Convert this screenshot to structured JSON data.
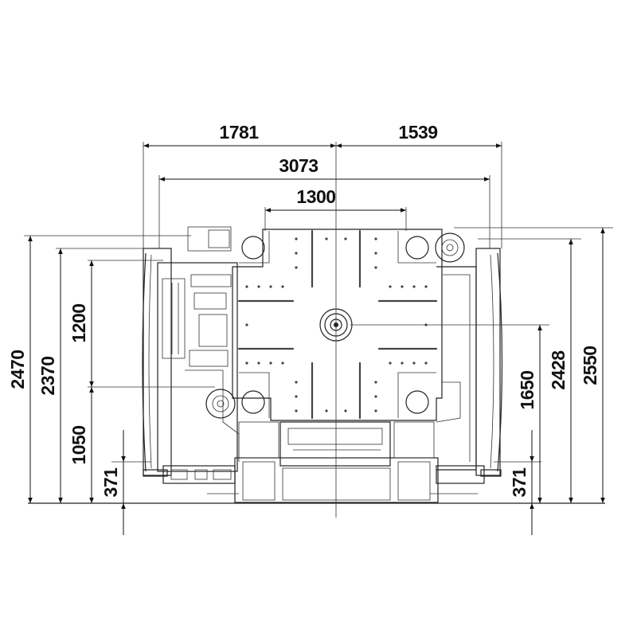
{
  "dimensions": {
    "top_left_width": "1781",
    "top_right_width": "1539",
    "overall_width": "3073",
    "center_width": "1300",
    "left_overall_height": "2470",
    "left_inner_height": "2370",
    "left_upper_height": "1200",
    "left_lower_height": "1050",
    "left_base_height": "371",
    "right_mid_height": "1650",
    "right_inner_height": "2428",
    "right_overall_height": "2550",
    "right_base_height": "371"
  },
  "colors": {
    "line": "#222222",
    "background": "#ffffff"
  }
}
